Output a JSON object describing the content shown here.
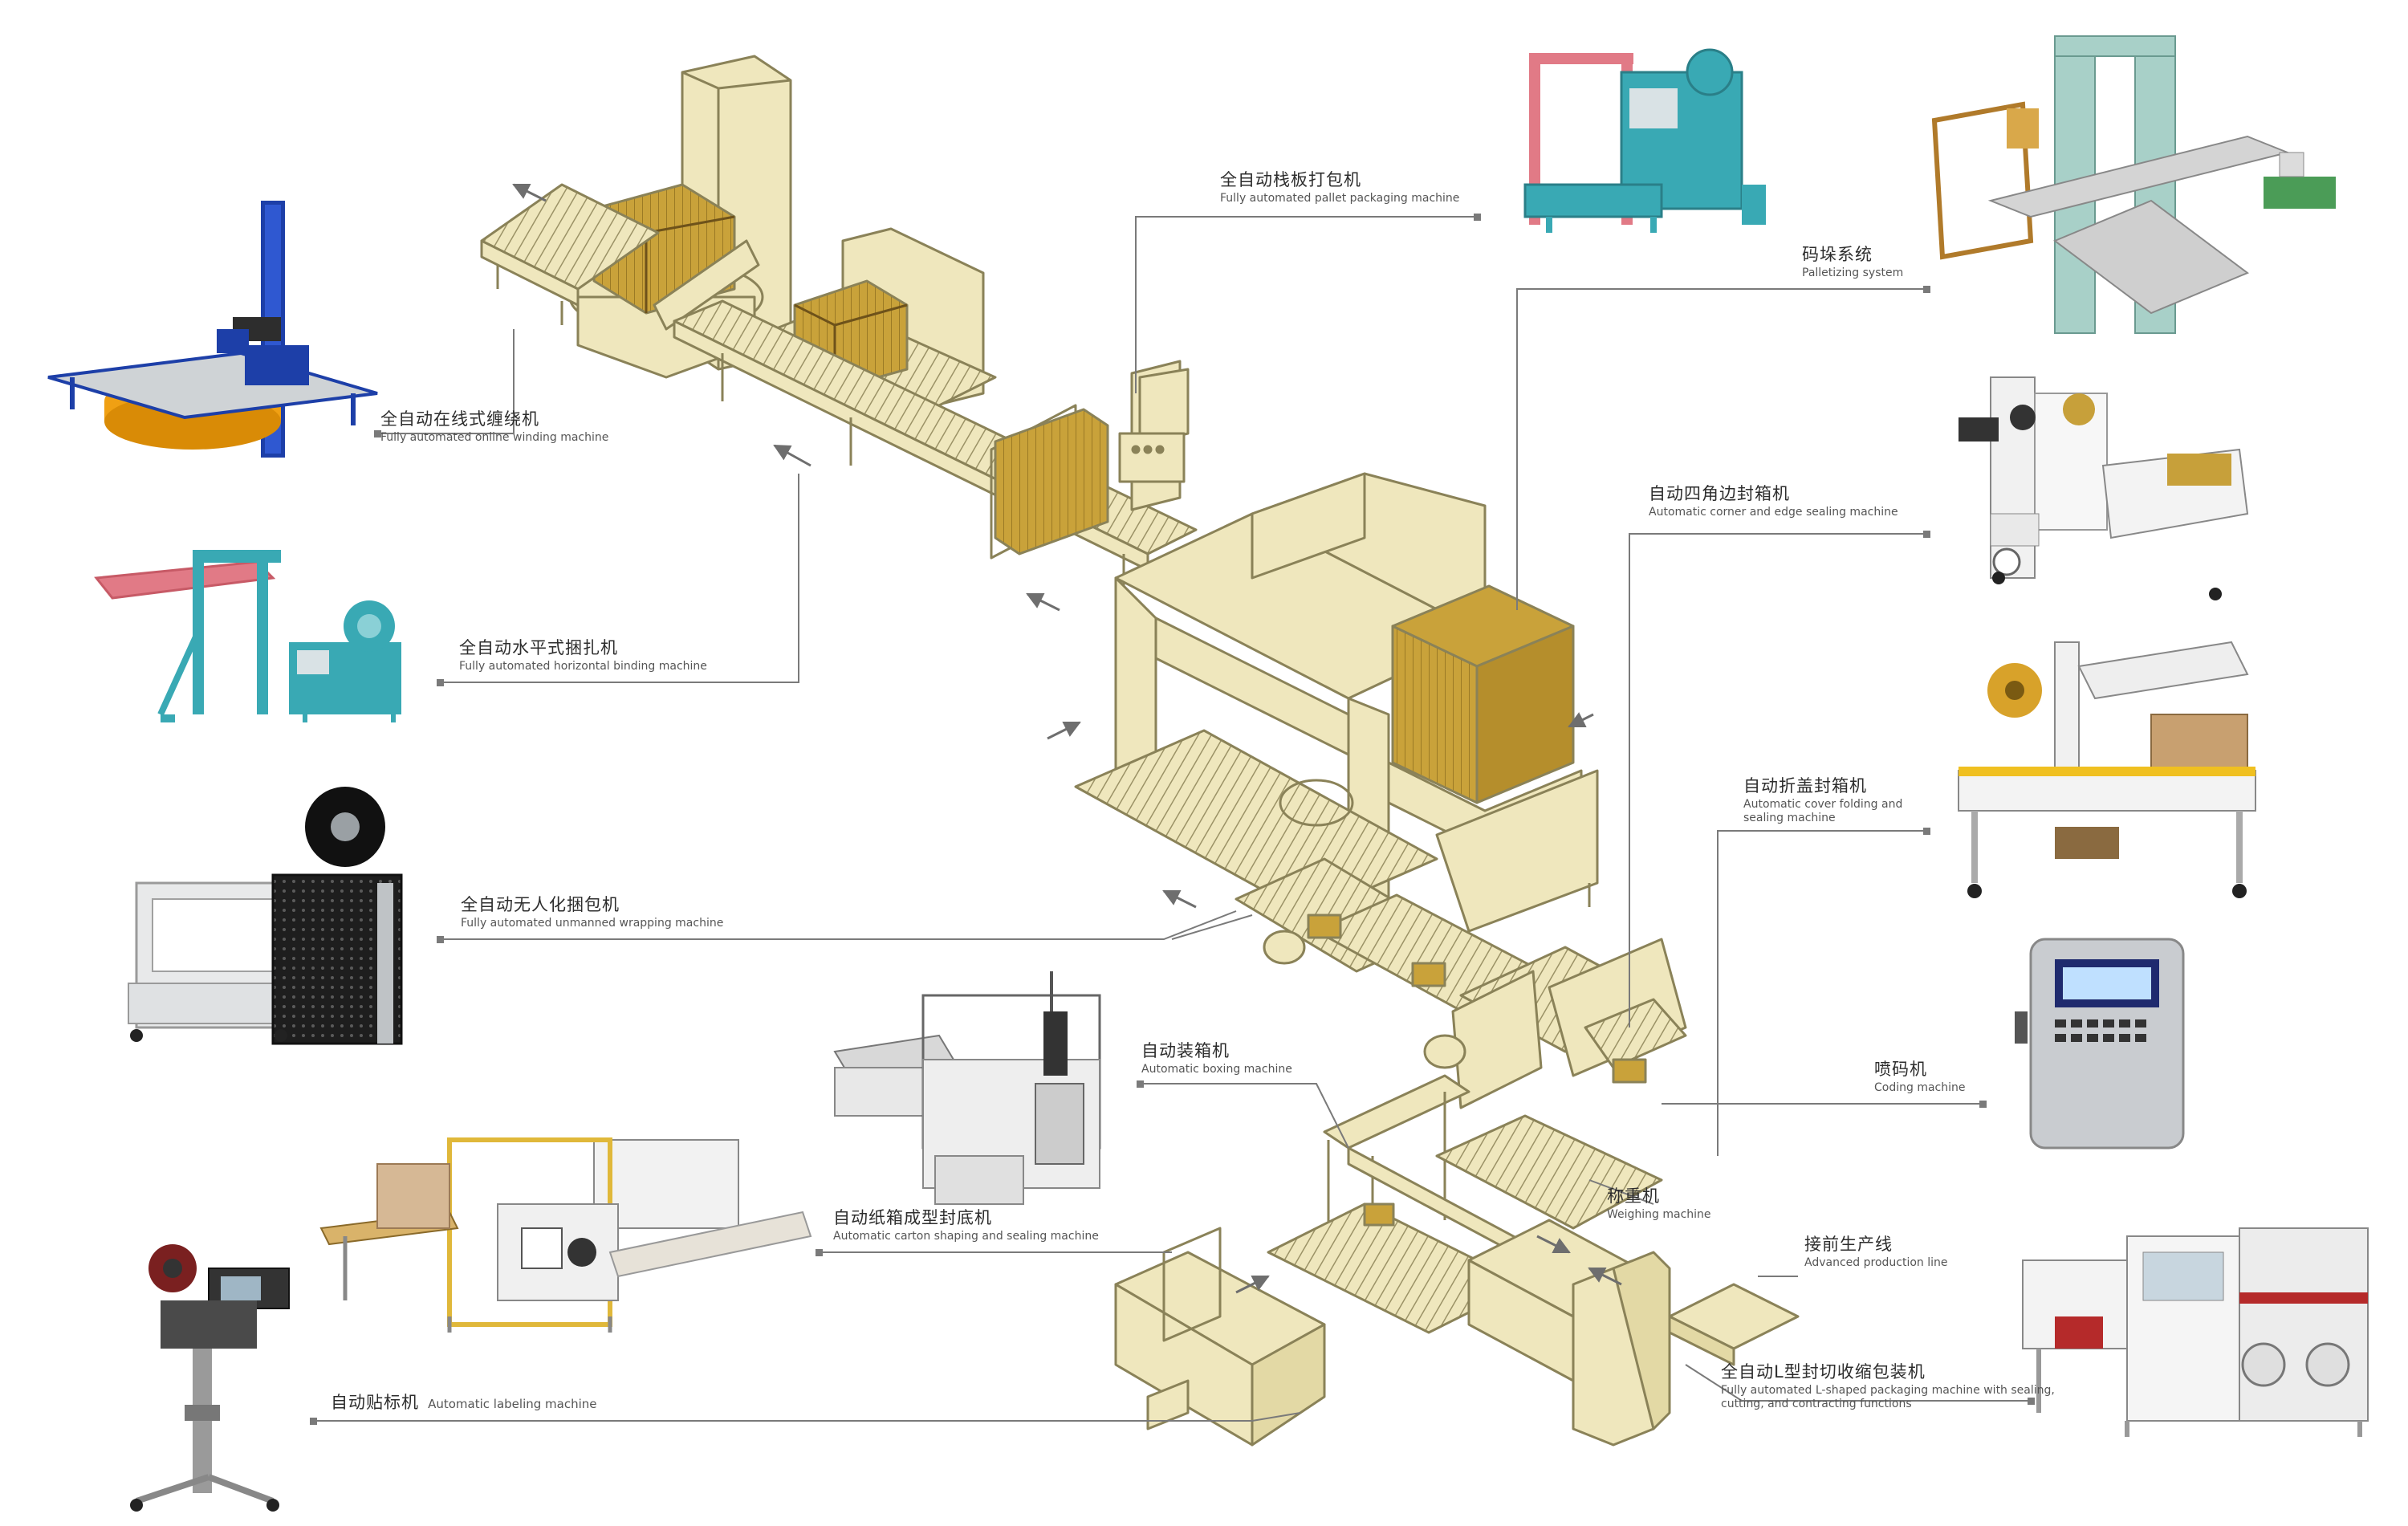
{
  "colors": {
    "machine_fill": "#efe7bd",
    "machine_stroke": "#8a8258",
    "box_fill": "#c9a23a",
    "leader": "#7a7a7a",
    "arrow": "#6e6e6e",
    "teal": "#39a9b4",
    "blue": "#1d3fa8",
    "orange": "#f0a013",
    "steel": "#cfd3d6",
    "dark": "#2a2a2a"
  },
  "labels": {
    "online_winding": {
      "zh": "全自动在线式缠绕机",
      "en": "Fully automated online winding machine"
    },
    "pallet_packaging": {
      "zh": "全自动栈板打包机",
      "en": "Fully automated pallet packaging machine"
    },
    "palletizing": {
      "zh": "码垛系统",
      "en": "Palletizing system"
    },
    "horizontal_binding": {
      "zh": "全自动水平式捆扎机",
      "en": "Fully automated horizontal binding machine"
    },
    "corner_edge_sealing": {
      "zh": "自动四角边封箱机",
      "en": "Automatic corner and edge sealing machine"
    },
    "cover_folding": {
      "zh": "自动折盖封箱机",
      "en": "Automatic cover folding and",
      "en2": "sealing machine"
    },
    "unmanned_wrapping": {
      "zh": "全自动无人化捆包机",
      "en": "Fully automated unmanned wrapping machine"
    },
    "boxing": {
      "zh": "自动装箱机",
      "en": "Automatic boxing machine"
    },
    "coding": {
      "zh": "喷码机",
      "en": "Coding machine"
    },
    "carton_shaping": {
      "zh": "自动纸箱成型封底机",
      "en": "Automatic carton shaping and sealing machine"
    },
    "weighing": {
      "zh": "称重机",
      "en": "Weighing machine"
    },
    "advanced_line": {
      "zh": "接前生产线",
      "en": "Advanced production line"
    },
    "labeling": {
      "zh": "自动贴标机",
      "en": "Automatic labeling machine"
    },
    "l_shaped": {
      "zh": "全自动L型封切收缩包装机",
      "en": "Fully automated L-shaped packaging machine with sealing,",
      "en2": "cutting, and contracting functions"
    }
  }
}
